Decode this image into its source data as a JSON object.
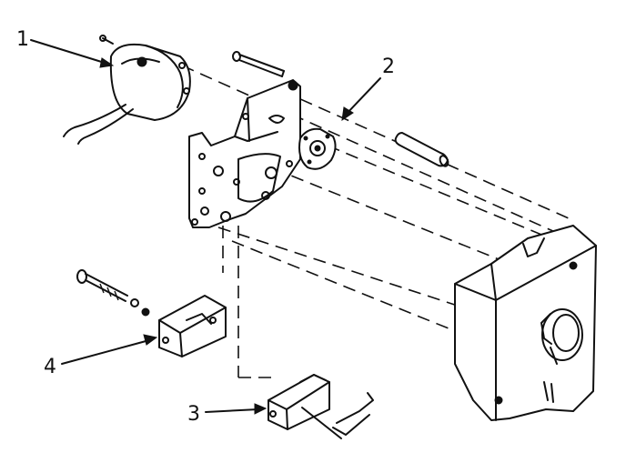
{
  "diagram": {
    "callouts": [
      {
        "id": "c1",
        "label": "1",
        "part": "timer-motor"
      },
      {
        "id": "c2",
        "label": "2",
        "part": "cam-gear"
      },
      {
        "id": "c3",
        "label": "3",
        "part": "switch-lower"
      },
      {
        "id": "c4",
        "label": "4",
        "part": "switch-upper"
      }
    ]
  },
  "colors": {
    "ink": "#111111",
    "paper": "#ffffff"
  }
}
